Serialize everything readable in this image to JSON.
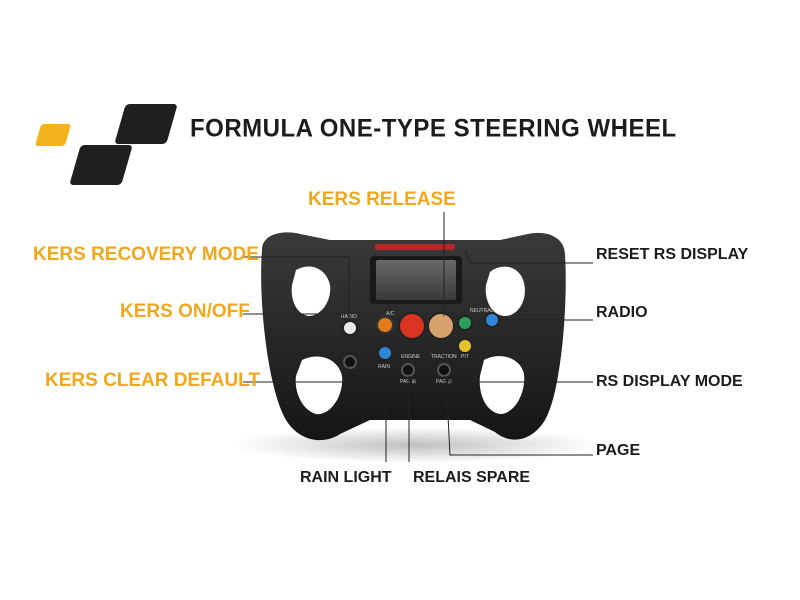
{
  "title": "FORMULA ONE-TYPE STEERING WHEEL",
  "colors": {
    "accent": "#f2a71b",
    "dark": "#1c1c1c"
  },
  "callouts": {
    "kers_release": "KERS RELEASE",
    "kers_recovery_mode": "KERS RECOVERY MODE",
    "kers_on_off": "KERS ON/OFF",
    "kers_clear_default": "KERS CLEAR DEFAULT",
    "reset_rs_display": "RESET RS DISPLAY",
    "radio": "RADIO",
    "rs_display_mode": "RS DISPLAY MODE",
    "page": "PAGE",
    "rain_light": "RAIN LIGHT",
    "relais_spare": "RELAIS SPARE"
  },
  "wheel_labels": {
    "ac": "A/C",
    "neutral": "NEUTRAL",
    "engine": "ENGINE",
    "traction": "TRACTION",
    "rain": "RAIN",
    "pit": "PIT",
    "pag_left": "PAG ⊞",
    "pag_right": "PAG ⊞",
    "radio_label": "RADIO"
  }
}
